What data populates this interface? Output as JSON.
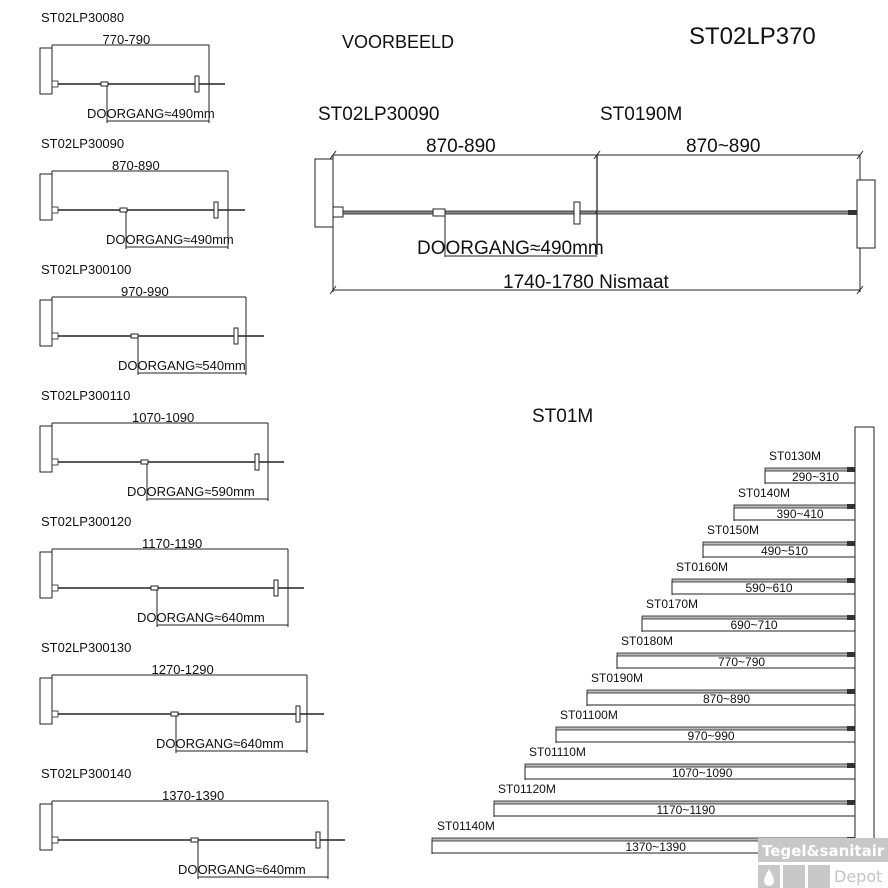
{
  "header": {
    "example_label": "VOORBEELD",
    "main_model": "ST02LP370"
  },
  "small_variants": [
    {
      "model": "ST02LP30080",
      "width": "770-790",
      "passage": "DOORGANG≈490mm"
    },
    {
      "model": "ST02LP30090",
      "width": "870-890",
      "passage": "DOORGANG≈490mm"
    },
    {
      "model": "ST02LP300100",
      "width": "970-990",
      "passage": "DOORGANG≈540mm"
    },
    {
      "model": "ST02LP300110",
      "width": "1070-1090",
      "passage": "DOORGANG≈590mm"
    },
    {
      "model": "ST02LP300120",
      "width": "1170-1190",
      "passage": "DOORGANG≈640mm"
    },
    {
      "model": "ST02LP300130",
      "width": "1270-1290",
      "passage": "DOORGANG≈640mm"
    },
    {
      "model": "ST02LP300140",
      "width": "1370-1390",
      "passage": "DOORGANG≈640mm"
    }
  ],
  "example": {
    "left_model": "ST02LP30090",
    "right_model": "ST0190M",
    "left_width": "870-890",
    "right_width": "870~890",
    "passage": "DOORGANG≈490mm",
    "niche_size": "1740-1780 Nismaat"
  },
  "panels": {
    "title": "ST01M",
    "items": [
      {
        "model": "ST0130M",
        "width": "290~310"
      },
      {
        "model": "ST0140M",
        "width": "390~410"
      },
      {
        "model": "ST0150M",
        "width": "490~510"
      },
      {
        "model": "ST0160M",
        "width": "590~610"
      },
      {
        "model": "ST0170M",
        "width": "690~710"
      },
      {
        "model": "ST0180M",
        "width": "770~790"
      },
      {
        "model": "ST0190M",
        "width": "870~890"
      },
      {
        "model": "ST01100M",
        "width": "970~990"
      },
      {
        "model": "ST01110M",
        "width": "1070~1090"
      },
      {
        "model": "ST01120M",
        "width": "1170~1190"
      },
      {
        "model": "ST01140M",
        "width": "1370~1390"
      }
    ]
  },
  "watermark": {
    "line1": "Tegel&sanitair",
    "line2": "Depot",
    "icon": "water-drop-icon"
  }
}
